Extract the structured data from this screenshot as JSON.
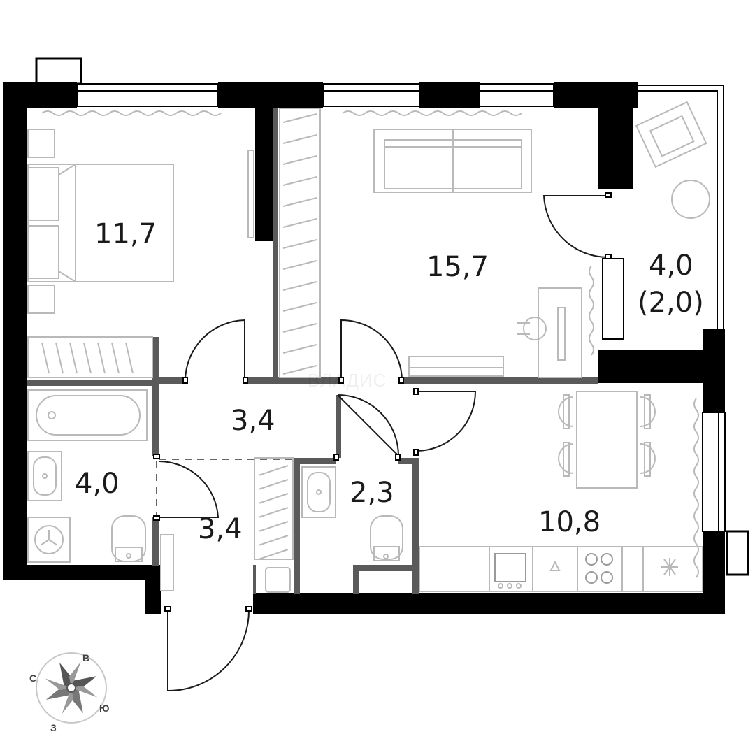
{
  "plan": {
    "rooms": [
      {
        "id": "bedroom",
        "area": "11,7"
      },
      {
        "id": "living",
        "area": "15,7"
      },
      {
        "id": "balcony",
        "area": "4,0",
        "area_sub": "(2,0)"
      },
      {
        "id": "hall",
        "area": "3,4"
      },
      {
        "id": "bathroom",
        "area": "4,0"
      },
      {
        "id": "wc",
        "area": "2,3"
      },
      {
        "id": "kitchen",
        "area": "10,8"
      },
      {
        "id": "entrance",
        "area": "3,4"
      }
    ],
    "watermark": "ВЛАДИС",
    "compass": {
      "north": "С",
      "east": "В",
      "south": "Ю",
      "west": "З"
    },
    "colors": {
      "wall": "#000000",
      "inner_wall": "#5a5a5a",
      "furniture": "#b9b9b9"
    }
  }
}
